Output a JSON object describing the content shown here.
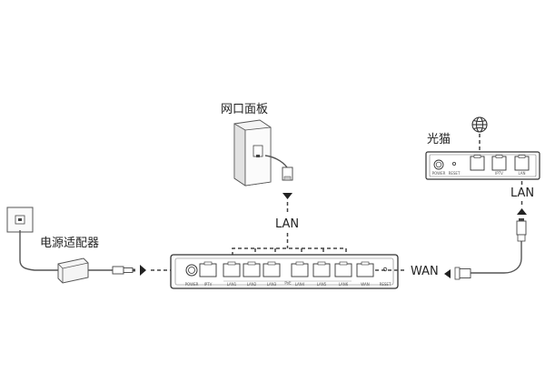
{
  "labels": {
    "wall_panel": "网口面板",
    "optical_modem": "光猫",
    "power_adapter": "电源适配器",
    "lan_panel_link": "LAN",
    "lan_modem_link": "LAN",
    "wan_link": "WAN"
  },
  "router": {
    "ports": [
      "POWER",
      "IPTV",
      "LAN1",
      "LAN2",
      "LAN3",
      "LAN4",
      "LAN5",
      "LAN6",
      "WAN",
      "RESET"
    ],
    "poe_mark": "PoE"
  },
  "modem": {
    "ports": [
      "POWER",
      "RESET",
      "IPTV",
      "LAN"
    ]
  },
  "colors": {
    "line": "#333333",
    "dash": "#444444",
    "outline": "#555555"
  }
}
